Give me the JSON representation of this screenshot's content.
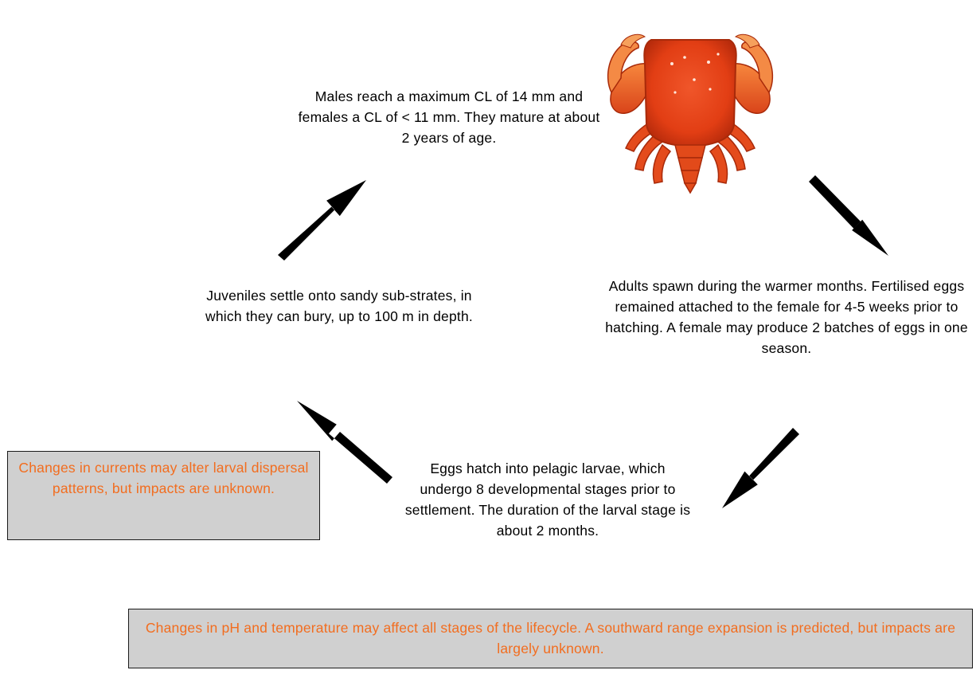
{
  "diagram": {
    "stages": {
      "adult": "Males reach a maximum CL of 14 mm and females a CL of < 11 mm. They mature at about 2 years of age.",
      "spawn": "Adults spawn during the warmer months. Fertilised eggs remained attached to the female for 4-5 weeks prior to hatching. A female may produce 2 batches of eggs in one season.",
      "eggs": "Eggs hatch into pelagic larvae, which undergo 8 developmental stages prior to settlement. The duration of the larval stage is about 2 months.",
      "juvenile": "Juveniles settle onto sandy sub-strates, in which they can bury, up to 100 m in depth."
    },
    "impacts": {
      "currents": "Changes in currents may alter larval dispersal patterns, but impacts are unknown.",
      "ph_temperature": "Changes in pH and temperature may affect all stages of the lifecycle. A southward range expansion is predicted, but impacts are largely unknown."
    },
    "colors": {
      "impact_text": "#f26d1f",
      "impact_box": "#d0d0d0",
      "arrow": "#000000",
      "crab": "#e8421a"
    }
  }
}
